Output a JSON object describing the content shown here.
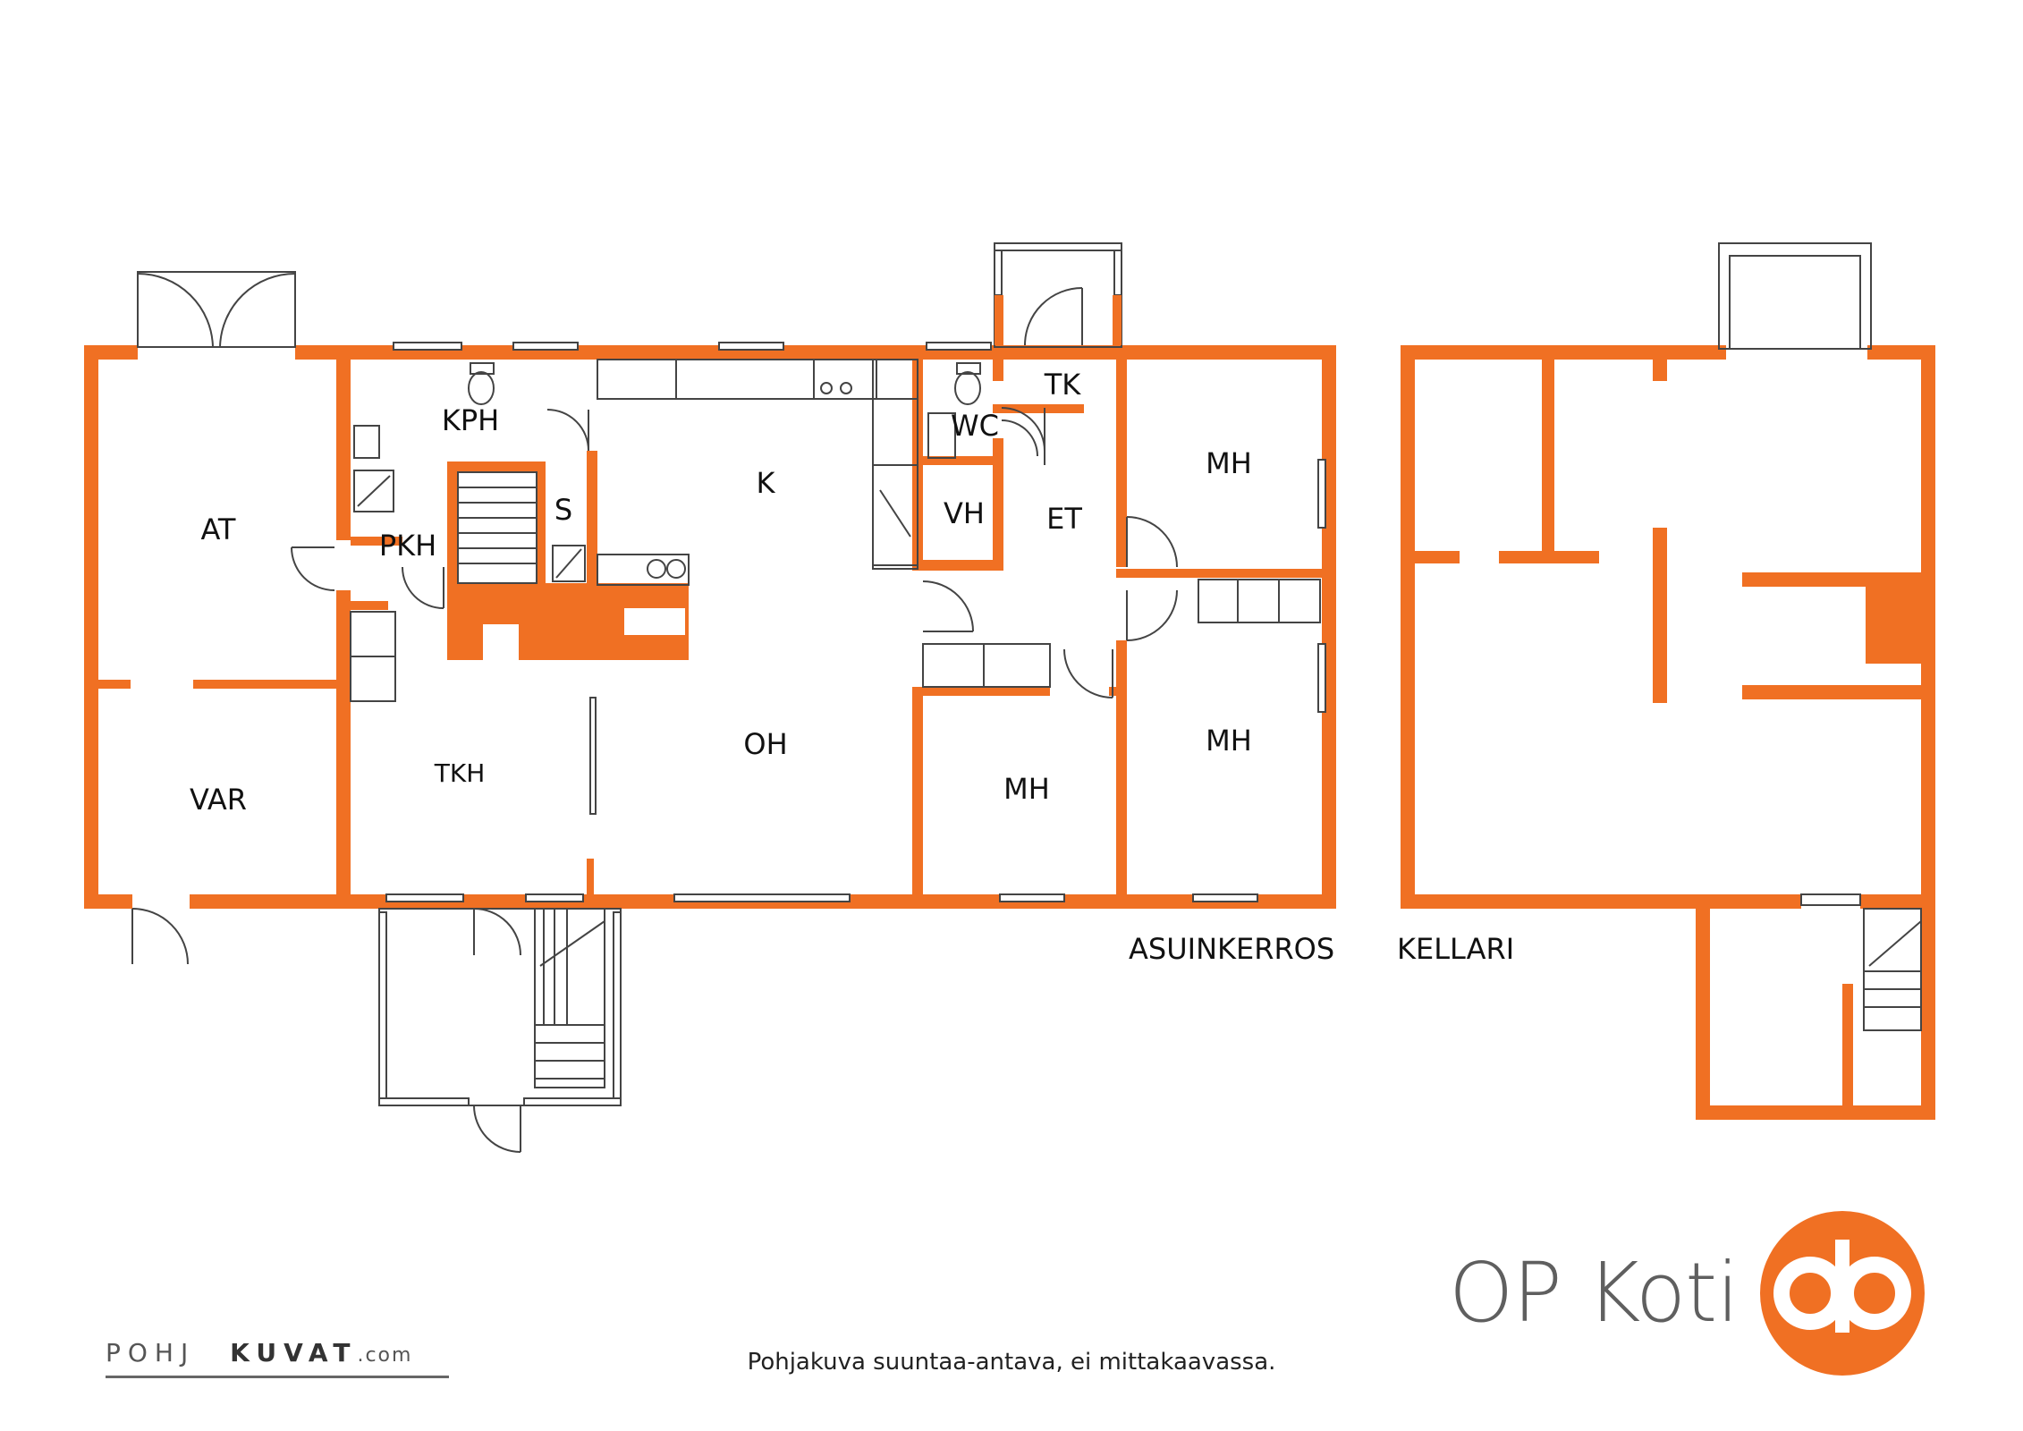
{
  "floors": {
    "main": {
      "label": "ASUINKERROS"
    },
    "basement": {
      "label": "KELLARI"
    }
  },
  "rooms": {
    "at": "AT",
    "var": "VAR",
    "kph": "KPH",
    "pkh": "PKH",
    "s": "S",
    "k": "K",
    "wc": "WC",
    "tk": "TK",
    "vh": "VH",
    "et": "ET",
    "mh1": "MH",
    "mh2": "MH",
    "mh3": "MH",
    "oh": "OH",
    "tkh": "TKH"
  },
  "footer": {
    "note": "Pohjakuva suuntaa-antava, ei mittakaavassa.",
    "brand": "OP Koti",
    "pohja_left": "POHJ",
    "pohja_right": "KUVAT",
    "pohja_domain": ".com"
  },
  "colors": {
    "wall": "#f07023",
    "brand_text": "#5f5f5f"
  },
  "icons": [
    "op-logo-icon",
    "toilet-icon",
    "sink-icon",
    "stairs-icon",
    "door-icon",
    "window-icon"
  ]
}
